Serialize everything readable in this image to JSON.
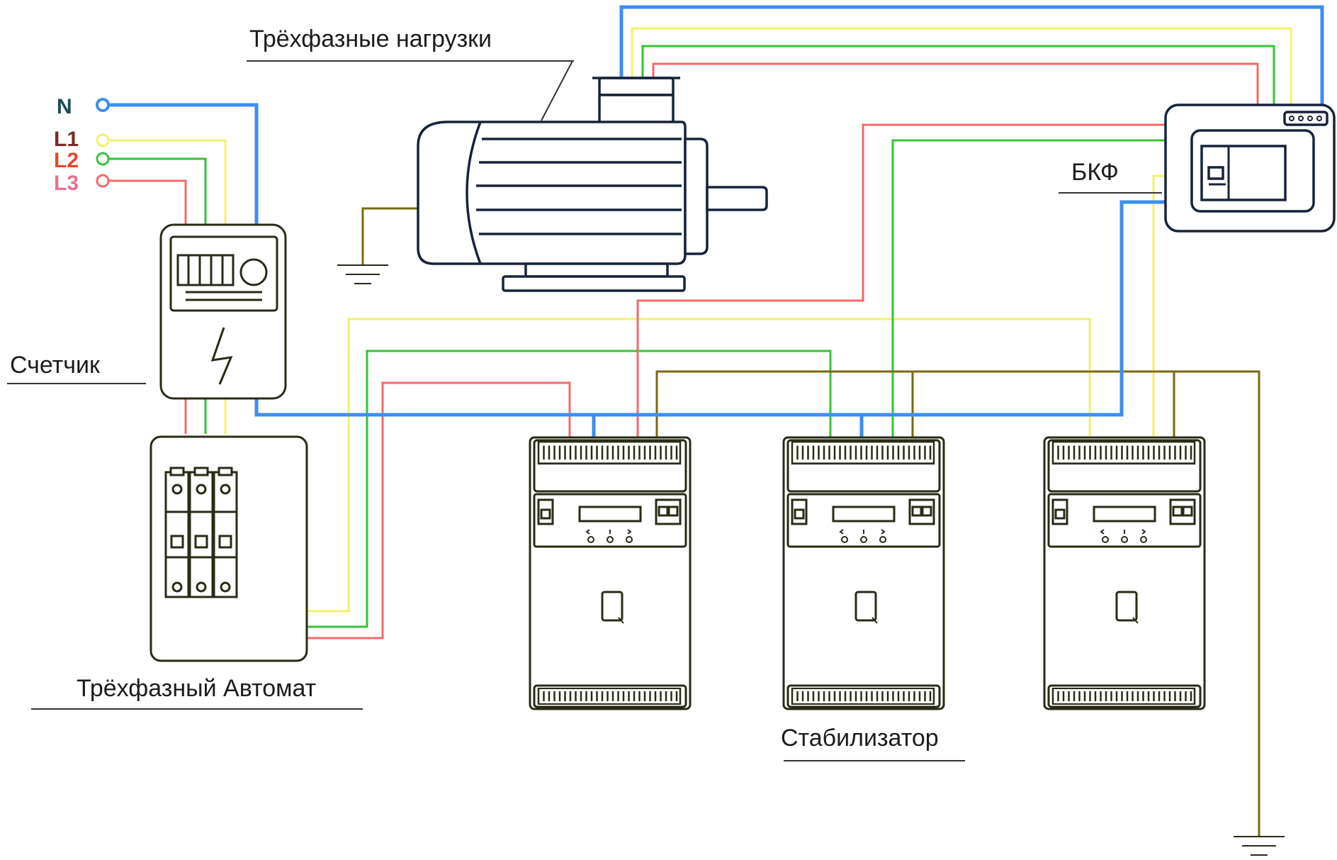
{
  "terminals": [
    {
      "label": "N",
      "color": "#1f4a5a"
    },
    {
      "label": "L1",
      "color": "#7a2a2a"
    },
    {
      "label": "L2",
      "color": "#e04a2e"
    },
    {
      "label": "L3",
      "color": "#e8708a"
    }
  ],
  "labels": {
    "loads": "Трёхфазные нагрузки",
    "meter": "Счетчик",
    "breaker": "Трёхфазный Автомат",
    "stabilizer": "Стабилизатор",
    "bkf": "БКФ"
  },
  "wire_colors": {
    "neutral": "#3b8ff0",
    "l1": "#f2f26a",
    "l2": "#35c435",
    "l3": "#f26a6a",
    "ground": "#7a6a10"
  }
}
